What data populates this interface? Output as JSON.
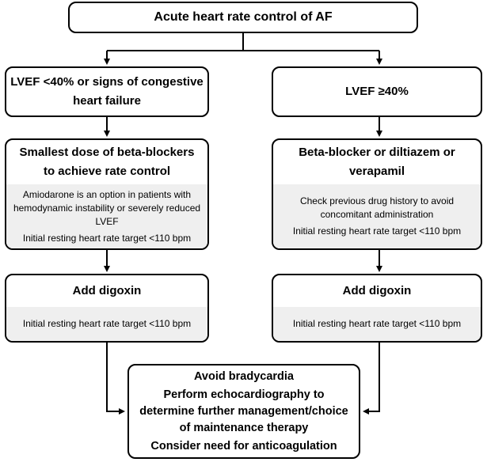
{
  "title": "Acute heart rate control of AF",
  "left": {
    "condition": "LVEF <40% or signs of congestive heart failure",
    "drug_title": "Smallest dose of beta-blockers to achieve rate control",
    "drug_note": "Amiodarone is an option in patients with hemodynamic instability or severely reduced LVEF",
    "drug_target": "Initial resting heart rate target <110 bpm",
    "digoxin_title": "Add digoxin",
    "digoxin_target": "Initial resting heart rate target <110 bpm"
  },
  "right": {
    "condition": "LVEF ≥40%",
    "drug_title": "Beta-blocker or diltiazem or verapamil",
    "drug_note": "Check previous drug history to avoid concomitant administration",
    "drug_target": "Initial resting heart rate target <110 bpm",
    "digoxin_title": "Add digoxin",
    "digoxin_target": "Initial resting heart rate target <110 bpm"
  },
  "final": {
    "line1": "Avoid bradycardia",
    "line2": "Perform echocardiography to determine further management/choice of maintenance therapy",
    "line3": "Consider need for anticoagulation"
  }
}
